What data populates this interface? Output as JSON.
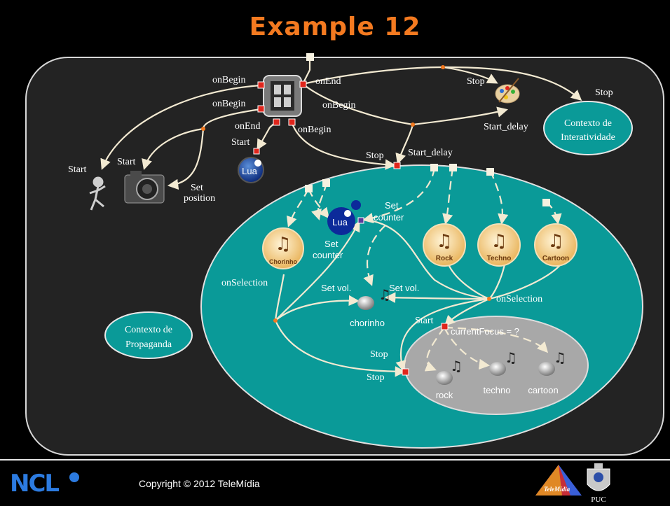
{
  "slide": {
    "title": "Example 12",
    "copyright": "Copyright © 2012 TeleMídia"
  },
  "contexts": {
    "interatividade": [
      "Contexto de",
      "Interatividade"
    ],
    "propaganda": [
      "Contexto de",
      "Propaganda"
    ]
  },
  "labels": {
    "onBegin": "onBegin",
    "onEnd": "onEnd",
    "start": "Start",
    "stop": "Stop",
    "start_delay": "Start_delay",
    "set": "Set",
    "position": "position",
    "counter": "counter",
    "set_vol": "Set vol.",
    "onSelection": "onSelection",
    "current_focus": "currentFocus = ?"
  },
  "nodes": {
    "lua": "Lua",
    "chorinho_btn": "Chorinho",
    "rock_btn": "Rock",
    "techno_btn": "Techno",
    "cartoon_btn": "Cartoon",
    "chorinho_audio": "chorinho",
    "rock_audio": "rock",
    "techno_audio": "techno",
    "cartoon_audio": "cartoon"
  },
  "logos": {
    "ncl": "NCL",
    "telemidia": "TeleMídia",
    "puc": "PUC"
  },
  "colors": {
    "accent": "#f47a20",
    "teal": "#0a9a98",
    "port": "#e0261c",
    "wire": "#f3ead2"
  }
}
